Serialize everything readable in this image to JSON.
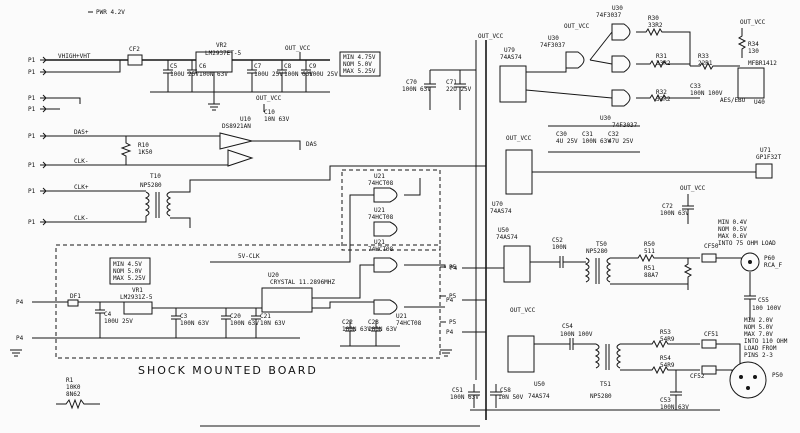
{
  "board_label": "SHOCK MOUNTED BOARD",
  "connectors": {
    "p1_pins": [
      "P1",
      "P1",
      "P1",
      "P1",
      "P1",
      "P1",
      "P1",
      "P1"
    ],
    "p4_pins": [
      "P4",
      "P4",
      "P4",
      "P4",
      "P4"
    ],
    "p5_pins": [
      "P5",
      "P5",
      "P5"
    ]
  },
  "nets": {
    "power_in": "PWR 4.2V",
    "vhigh": "VHIGH+VHT",
    "clk_plus": "CLK+",
    "clk_minus": "CLK-",
    "das_in": "DAS+",
    "das_out": "DAS",
    "five_v_clk": "5V-CLK",
    "out_vcc": "OUT_VCC"
  },
  "parts": {
    "vr2": {
      "ref": "VR2",
      "value": "LM2937ET-5"
    },
    "vr1": {
      "ref": "VR1",
      "value": "LM2931Z-5"
    },
    "cf2": {
      "ref": "CF2"
    },
    "df1": {
      "ref": "DF1"
    },
    "u10": {
      "ref": "U10",
      "value": "DS8921AN"
    },
    "r10": {
      "ref": "R10",
      "value": "1K50"
    },
    "t10": {
      "ref": "T10",
      "value": "NP5280"
    },
    "t50": {
      "ref": "T50",
      "value": "NP5280"
    },
    "t51": {
      "ref": "T51",
      "value": "NP5280"
    },
    "u20": {
      "ref": "U20",
      "value": "CRYSTAL 11.2896MHZ"
    },
    "u21a": {
      "ref": "U21",
      "value": "74HCT08"
    },
    "u21b": {
      "ref": "U21",
      "value": "74HCT08"
    },
    "u21c": {
      "ref": "U21",
      "value": "74HCT08"
    },
    "u21d": {
      "ref": "U21",
      "value": "74HCT08"
    },
    "u79": {
      "ref": "U79",
      "value": "74AS74"
    },
    "u70": {
      "ref": "U70",
      "value": "74AS74"
    },
    "u50": {
      "ref": "U50",
      "value": "74AS74"
    },
    "u50b": {
      "ref": "U50",
      "value": "74AS74"
    },
    "u30": {
      "ref": "U30",
      "value": "74F3037"
    },
    "u40": {
      "ref": "U40",
      "value": "MFBR1412"
    },
    "u71": {
      "ref": "U71",
      "value": "GP1F32T"
    },
    "r30": {
      "ref": "R30",
      "value": "33R2"
    },
    "r31": {
      "ref": "R31",
      "value": "33R2"
    },
    "r32": {
      "ref": "R32",
      "value": "33R2"
    },
    "r33": {
      "ref": "R33",
      "value": "22R1"
    },
    "r34": {
      "ref": "R34",
      "value": "130"
    },
    "r50": {
      "ref": "R50",
      "value": "511"
    },
    "r51": {
      "ref": "R51",
      "value": "88A7"
    },
    "r53": {
      "ref": "R53",
      "value": "54R9"
    },
    "r54": {
      "ref": "R54",
      "value": "54R9"
    },
    "p50": {
      "ref": "P50"
    },
    "p60": {
      "ref": "P60",
      "value": "RCA_F"
    },
    "cf50": {
      "ref": "CF50"
    },
    "cf51": {
      "ref": "CF51"
    },
    "cf52": {
      "ref": "CF52"
    }
  },
  "caps": [
    {
      "ref": "C5",
      "value": "100U 25V"
    },
    {
      "ref": "C6",
      "value": "100N 63V"
    },
    {
      "ref": "C7",
      "value": "100U 25V"
    },
    {
      "ref": "C8",
      "value": "100N 63V"
    },
    {
      "ref": "C9",
      "value": "100U 25V"
    },
    {
      "ref": "C10",
      "value": "10N 63V"
    },
    {
      "ref": "C70",
      "value": "100N 63V"
    },
    {
      "ref": "C71",
      "value": "22U 25V"
    },
    {
      "ref": "C30",
      "value": "4U 25V"
    },
    {
      "ref": "C31",
      "value": "100N 63V"
    },
    {
      "ref": "C32",
      "value": "47U 25V"
    },
    {
      "ref": "C33",
      "value": "100N 100V"
    },
    {
      "ref": "C72",
      "value": "100N 63V"
    },
    {
      "ref": "C52",
      "value": "100N"
    },
    {
      "ref": "C55",
      "value": "100 100V"
    },
    {
      "ref": "C54",
      "value": "100N 100V"
    },
    {
      "ref": "C51",
      "value": "100N 63V"
    },
    {
      "ref": "C53",
      "value": "100N 63V"
    },
    {
      "ref": "C58",
      "value": "10N 50V"
    },
    {
      "ref": "C4",
      "value": "100U 25V"
    },
    {
      "ref": "C3",
      "value": "100N 63V"
    },
    {
      "ref": "C20",
      "value": "100N 63V"
    },
    {
      "ref": "C21",
      "value": "10N 63V"
    },
    {
      "ref": "C22",
      "value": "100N 63V"
    },
    {
      "ref": "C23",
      "value": "100N 63V"
    }
  ],
  "notes": {
    "supply_box": [
      "MIN 4.75V",
      "NOM 5.0V",
      "MAX 5.25V"
    ],
    "supply_box2": [
      "MIN 4.5V",
      "NOM 5.0V",
      "MAX 5.25V"
    ],
    "rca_spec": [
      "MIN 0.4V",
      "NOM 0.5V",
      "MAX 0.6V",
      "INTO 75 OHM LOAD"
    ],
    "aes_spec": [
      "MIN 2.0V",
      "NOM 5.0V",
      "MAX 7.0V",
      "INTO 110 OHM",
      "LOAD FROM",
      "PINS 2-3"
    ],
    "aes_ebu": "AES/EBU",
    "r1": [
      "R1",
      "10K0",
      "8N62"
    ]
  }
}
